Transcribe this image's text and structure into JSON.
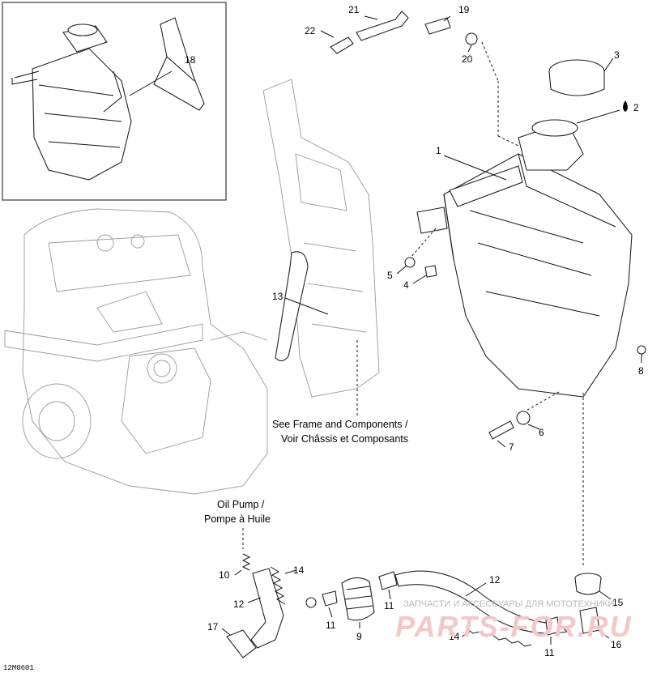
{
  "diagram_code": "12M0601",
  "callouts": {
    "n1": "1",
    "n2": "2",
    "n3": "3",
    "n4": "4",
    "n5": "5",
    "n6": "6",
    "n7": "7",
    "n8": "8",
    "n9": "9",
    "n10": "10",
    "n11a": "11",
    "n11b": "11",
    "n11c": "11",
    "n12a": "12",
    "n12b": "12",
    "n13": "13",
    "n14a": "14",
    "n14b": "14",
    "n15": "15",
    "n16": "16",
    "n17": "17",
    "n18": "18",
    "n19": "19",
    "n20": "20",
    "n21": "21",
    "n22": "22"
  },
  "captions": {
    "frame_line1": "See Frame and Components /",
    "frame_line2": "Voir Châssis et Composants",
    "pump_line1": "Oil Pump /",
    "pump_line2": "Pompe à Huile"
  },
  "watermark": {
    "line": "ЗАПЧАСТИ И АКСЕССУАРЫ ДЛЯ МОТОТЕХНИКИ",
    "logo": "PARTS-FOR.RU"
  }
}
